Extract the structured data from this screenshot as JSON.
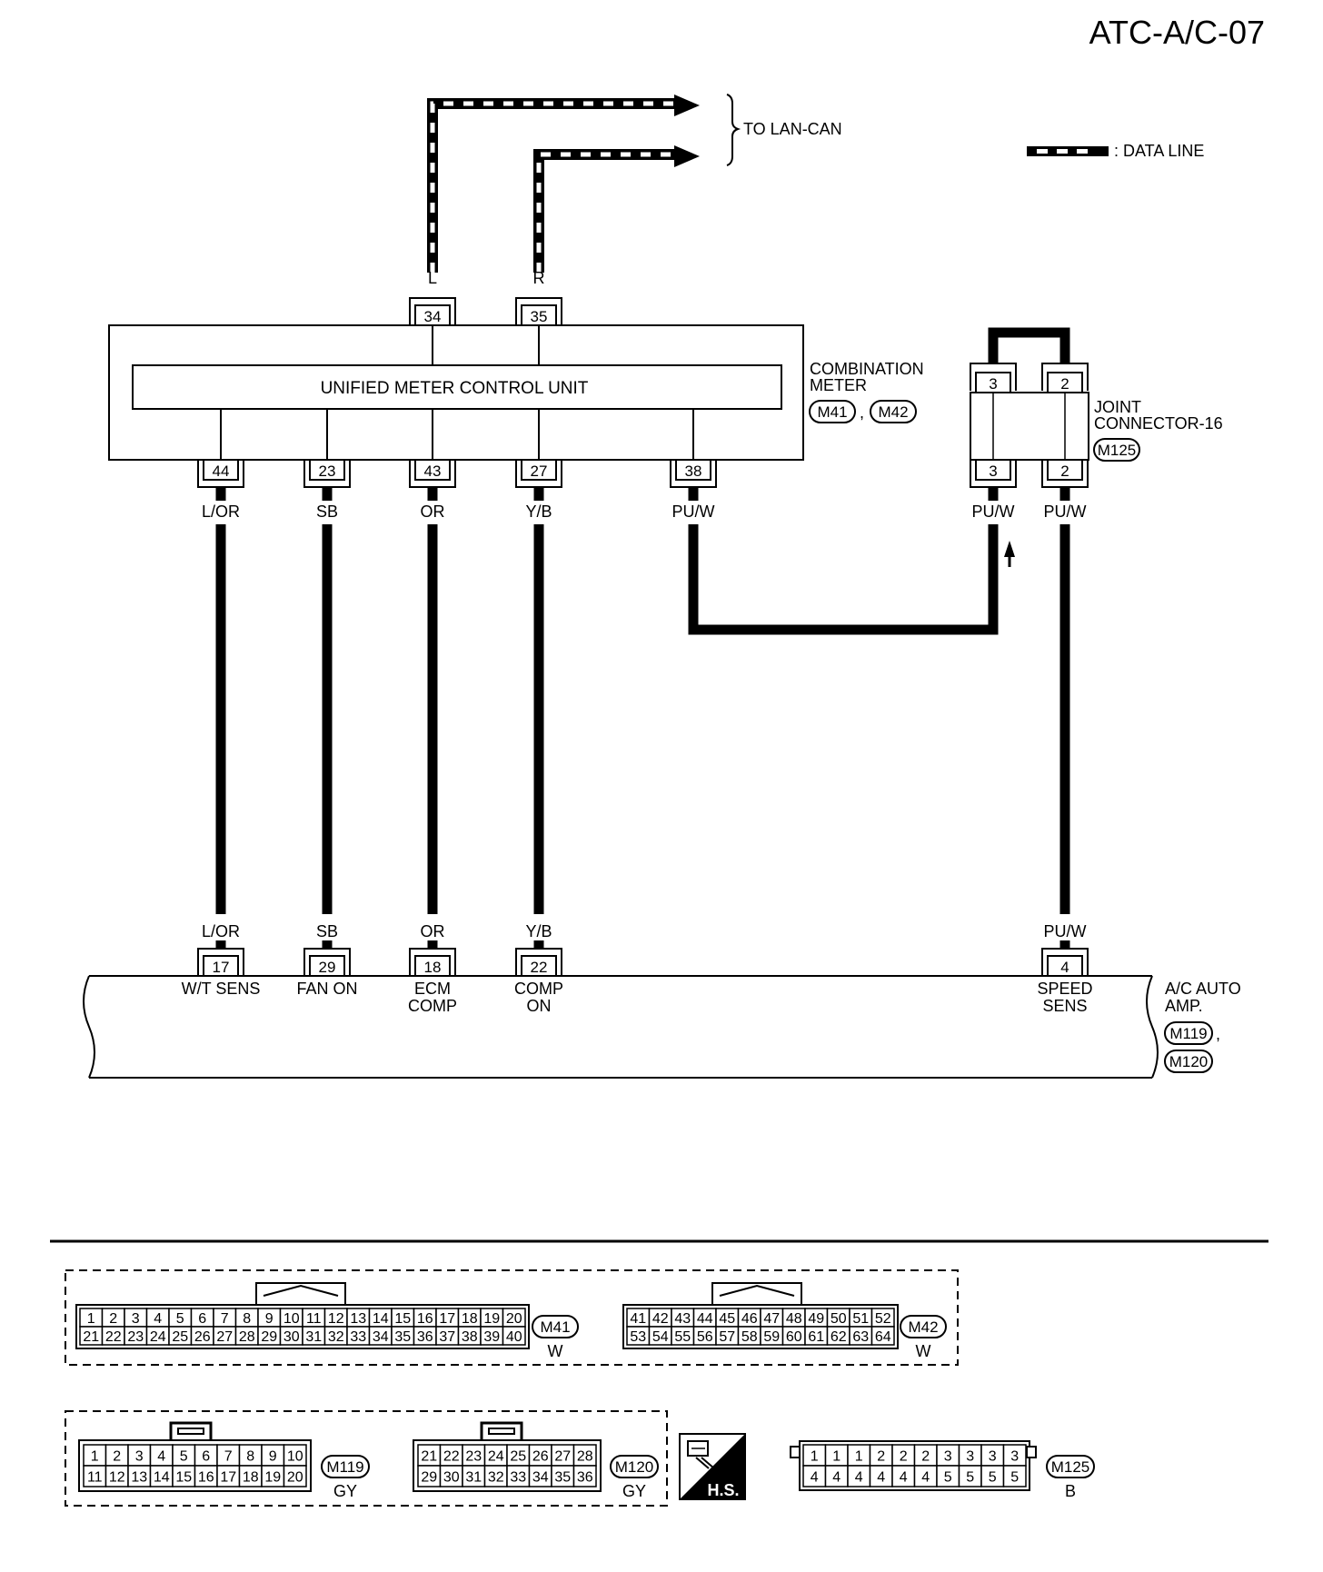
{
  "page_id": "ATC-A/C-07",
  "legend": {
    "data_line": ": DATA LINE"
  },
  "lan": {
    "label": "TO LAN-CAN",
    "l": "L",
    "r": "R"
  },
  "combination_meter": {
    "name_line1": "COMBINATION",
    "name_line2": "METER",
    "connectors": [
      "M41",
      "M42"
    ],
    "separator": ",",
    "inner_unit": "UNIFIED METER CONTROL UNIT",
    "top_pins": [
      {
        "pin": "34",
        "wire": "L"
      },
      {
        "pin": "35",
        "wire": "R"
      }
    ],
    "bottom_pins": [
      {
        "pin": "44",
        "wire": "L/OR"
      },
      {
        "pin": "23",
        "wire": "SB"
      },
      {
        "pin": "43",
        "wire": "OR"
      },
      {
        "pin": "27",
        "wire": "Y/B"
      },
      {
        "pin": "38",
        "wire": "PU/W"
      }
    ]
  },
  "joint_connector": {
    "name_line1": "JOINT",
    "name_line2": "CONNECTOR-16",
    "connector": "M125",
    "pins_top": [
      "3",
      "2"
    ],
    "pins_bottom": [
      "3",
      "2"
    ],
    "wires": [
      "PU/W",
      "PU/W"
    ]
  },
  "ac_amp": {
    "name_line1": "A/C AUTO",
    "name_line2": "AMP.",
    "connectors": [
      "M119",
      "M120"
    ],
    "separator": ",",
    "pins": [
      {
        "pin": "17",
        "wire": "L/OR",
        "func1": "W/T SENS",
        "func2": ""
      },
      {
        "pin": "29",
        "wire": "SB",
        "func1": "FAN ON",
        "func2": ""
      },
      {
        "pin": "18",
        "wire": "OR",
        "func1": "ECM",
        "func2": "COMP"
      },
      {
        "pin": "22",
        "wire": "Y/B",
        "func1": "COMP",
        "func2": "ON"
      },
      {
        "pin": "4",
        "wire": "PU/W",
        "func1": "SPEED",
        "func2": "SENS"
      }
    ]
  },
  "connector_views": {
    "m41": {
      "id": "M41",
      "color": "W",
      "row1": [
        "1",
        "2",
        "3",
        "4",
        "5",
        "6",
        "7",
        "8",
        "9",
        "10",
        "11",
        "12",
        "13",
        "14",
        "15",
        "16",
        "17",
        "18",
        "19",
        "20"
      ],
      "row2": [
        "21",
        "22",
        "23",
        "24",
        "25",
        "26",
        "27",
        "28",
        "29",
        "30",
        "31",
        "32",
        "33",
        "34",
        "35",
        "36",
        "37",
        "38",
        "39",
        "40"
      ]
    },
    "m42": {
      "id": "M42",
      "color": "W",
      "row1": [
        "41",
        "42",
        "43",
        "44",
        "45",
        "46",
        "47",
        "48",
        "49",
        "50",
        "51",
        "52"
      ],
      "row2": [
        "53",
        "54",
        "55",
        "56",
        "57",
        "58",
        "59",
        "60",
        "61",
        "62",
        "63",
        "64"
      ]
    },
    "m119": {
      "id": "M119",
      "color": "GY",
      "row1": [
        "1",
        "2",
        "3",
        "4",
        "5",
        "6",
        "7",
        "8",
        "9",
        "10"
      ],
      "row2": [
        "11",
        "12",
        "13",
        "14",
        "15",
        "16",
        "17",
        "18",
        "19",
        "20"
      ]
    },
    "m120": {
      "id": "M120",
      "color": "GY",
      "row1": [
        "21",
        "22",
        "23",
        "24",
        "25",
        "26",
        "27",
        "28"
      ],
      "row2": [
        "29",
        "30",
        "31",
        "32",
        "33",
        "34",
        "35",
        "36"
      ]
    },
    "m125": {
      "id": "M125",
      "color": "B",
      "row1": [
        "1",
        "1",
        "1",
        "2",
        "2",
        "2",
        "3",
        "3",
        "3",
        "3"
      ],
      "row2": [
        "4",
        "4",
        "4",
        "4",
        "4",
        "4",
        "5",
        "5",
        "5",
        "5"
      ]
    },
    "hs_badge": "H.S."
  }
}
